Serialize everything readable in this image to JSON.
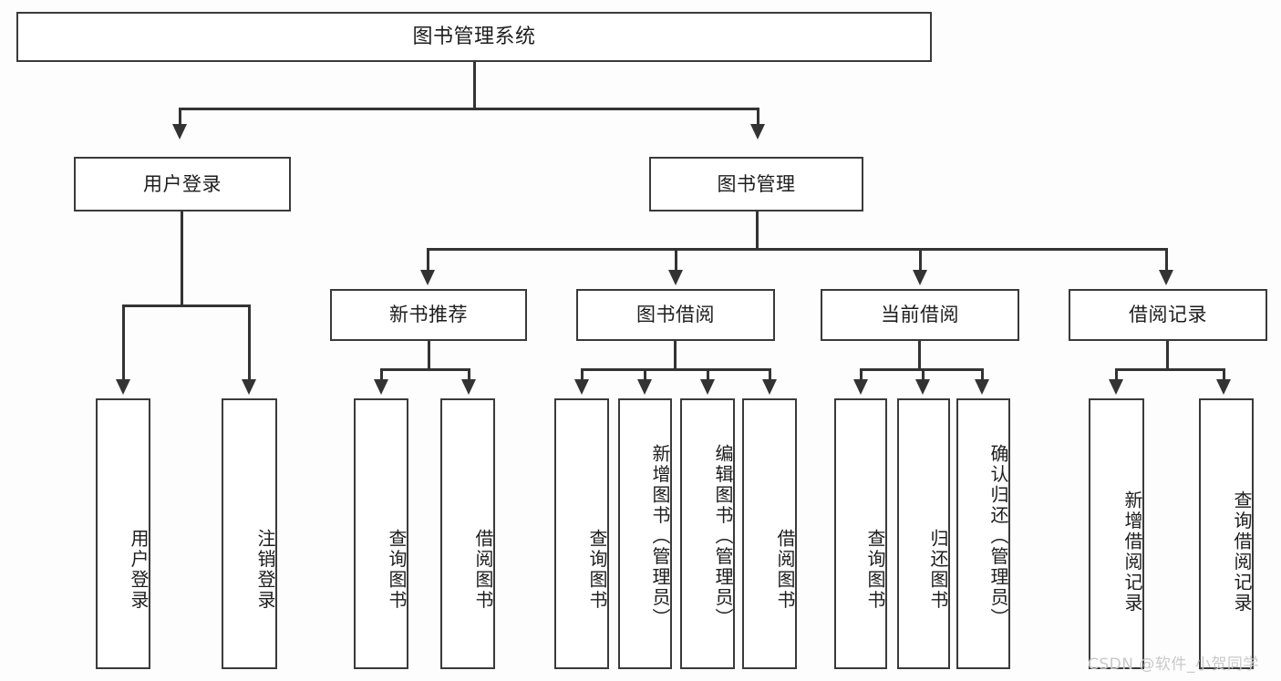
{
  "diagram": {
    "type": "tree",
    "title": "图书管理系统",
    "root": {
      "id": "root",
      "label": "图书管理系统"
    },
    "level1": [
      {
        "id": "user-login",
        "label": "用户登录"
      },
      {
        "id": "book-manage",
        "label": "图书管理"
      }
    ],
    "level2": [
      {
        "id": "new-book-recommend",
        "label": "新书推荐",
        "parent": "book-manage"
      },
      {
        "id": "book-borrow",
        "label": "图书借阅",
        "parent": "book-manage"
      },
      {
        "id": "current-borrow",
        "label": "当前借阅",
        "parent": "book-manage"
      },
      {
        "id": "borrow-record",
        "label": "借阅记录",
        "parent": "book-manage"
      }
    ],
    "leaves": {
      "user_login": [
        {
          "id": "leaf-user-login",
          "label": "用户登录"
        },
        {
          "id": "leaf-user-logout",
          "label": "注销登录"
        }
      ],
      "new_book_recommend": [
        {
          "id": "leaf-query-book-1",
          "label": "查询图书"
        },
        {
          "id": "leaf-borrow-book-1",
          "label": "借阅图书"
        }
      ],
      "book_borrow": [
        {
          "id": "leaf-query-book-2",
          "label": "查询图书"
        },
        {
          "id": "leaf-add-book",
          "label": "新增图书（管理员）"
        },
        {
          "id": "leaf-edit-book",
          "label": "编辑图书（管理员）"
        },
        {
          "id": "leaf-borrow-book-2",
          "label": "借阅图书"
        }
      ],
      "current_borrow": [
        {
          "id": "leaf-query-book-3",
          "label": "查询图书"
        },
        {
          "id": "leaf-return-book",
          "label": "归还图书"
        },
        {
          "id": "leaf-confirm-return",
          "label": "确认归还（管理员）"
        }
      ],
      "borrow_record": [
        {
          "id": "leaf-add-record",
          "label": "新增借阅记录"
        },
        {
          "id": "leaf-query-record",
          "label": "查询借阅记录"
        }
      ]
    }
  },
  "watermark": {
    "text": "CSDN @软件_小贺同学"
  },
  "colors": {
    "line": "#333333",
    "box_border": "#3a3a3a",
    "box_fill": "#ffffff",
    "text": "#1d1d1d",
    "background": "#fdfdfd",
    "watermark": "#c9c9c9"
  }
}
